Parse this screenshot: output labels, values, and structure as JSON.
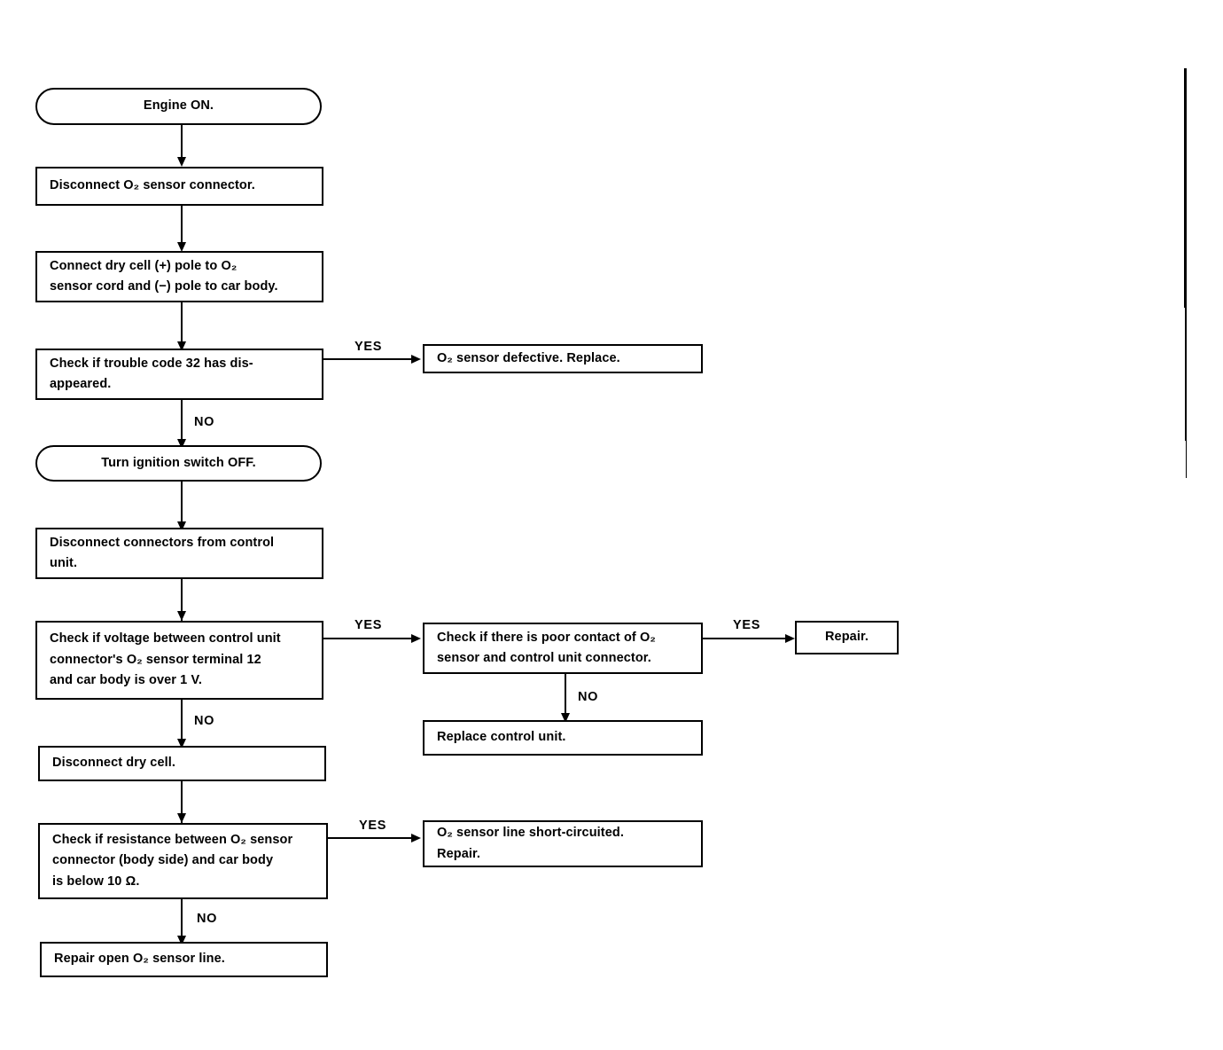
{
  "diagram": {
    "title": "O2 sensor trouble code 32 diagnostic flowchart",
    "type": "flowchart",
    "nodes": [
      {
        "id": "start",
        "shape": "terminal",
        "text": "Engine ON."
      },
      {
        "id": "disconnect-o2",
        "shape": "rect",
        "text": "Disconnect O₂ sensor connector."
      },
      {
        "id": "connect-dry-cell",
        "shape": "rect",
        "text": "Connect dry cell (+) pole to O₂\nsensor cord and (−) pole to car body."
      },
      {
        "id": "check-code-32",
        "shape": "rect",
        "text": "Check if trouble code 32 has dis-\nappeared."
      },
      {
        "id": "o2-defective",
        "shape": "rect",
        "text": "O₂ sensor defective.  Replace."
      },
      {
        "id": "ignition-off",
        "shape": "terminal",
        "text": "Turn ignition switch OFF."
      },
      {
        "id": "disconnect-ctrl",
        "shape": "rect",
        "text": "Disconnect connectors from control\nunit."
      },
      {
        "id": "check-voltage",
        "shape": "rect",
        "text": "Check if voltage between control unit\nconnector's O₂ sensor terminal 12\nand car body is over 1 V."
      },
      {
        "id": "check-contact",
        "shape": "rect",
        "text": "Check if there is poor contact of O₂\nsensor and control unit connector."
      },
      {
        "id": "repair",
        "shape": "rect",
        "text": "Repair."
      },
      {
        "id": "replace-ctrl",
        "shape": "rect",
        "text": "Replace control unit."
      },
      {
        "id": "disconnect-cell",
        "shape": "rect",
        "text": "Disconnect dry cell."
      },
      {
        "id": "check-resistance",
        "shape": "rect",
        "text": "Check if resistance between O₂ sensor\nconnector (body side) and car body\nis below 10 Ω."
      },
      {
        "id": "short-circuited",
        "shape": "rect",
        "text": "O₂ sensor line short-circuited.\nRepair."
      },
      {
        "id": "repair-open",
        "shape": "rect",
        "text": "Repair open O₂ sensor line."
      }
    ],
    "branch_labels": {
      "yes_code32": "YES",
      "no_code32": "NO",
      "yes_voltage": "YES",
      "no_voltage": "NO",
      "yes_contact": "YES",
      "no_contact": "NO",
      "yes_resistance": "YES",
      "no_resistance": "NO"
    },
    "colors": {
      "ink": "#000000",
      "paper": "#ffffff"
    }
  }
}
